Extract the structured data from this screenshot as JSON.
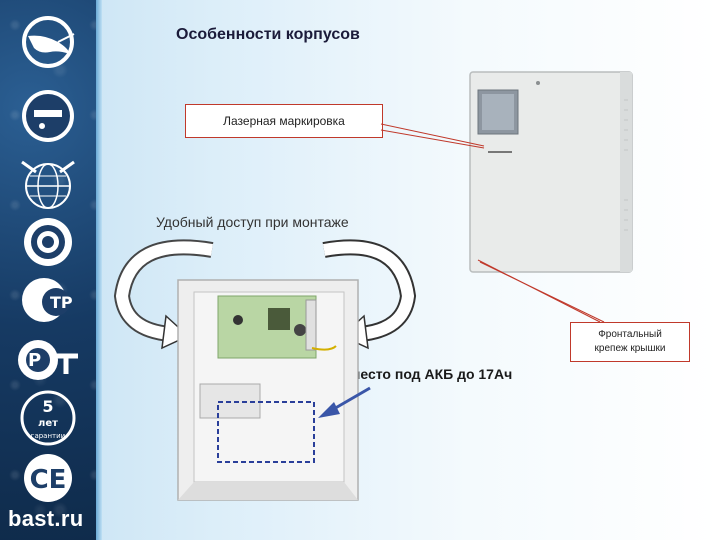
{
  "slide": {
    "title": "Особенности корпусов",
    "subtitle": "Удобный доступ при монтаже",
    "callout_laser": "Лазерная маркировка",
    "callout_front_line1": "Фронтальный",
    "callout_front_line2": "крепеж крышки",
    "battery_label": "место под АКБ до 17Ач"
  },
  "sidebar": {
    "logos": [
      "stingray-logo",
      "ssi-round-seal-logo",
      "world-globe-logo",
      "target-circle-logo",
      "gtr-certification-logo",
      "rst-certification-logo",
      "five-years-warranty-logo",
      "ce-mark-logo"
    ],
    "warranty_number": "5",
    "warranty_text_top": "лет",
    "warranty_text_bottom": "гарантии",
    "website": "bast.ru"
  },
  "colors": {
    "sidebar": "#163a63",
    "callout_border": "#c0392b",
    "arrow_blue": "#3a56a8",
    "dashed_box": "#2a3f9a"
  }
}
